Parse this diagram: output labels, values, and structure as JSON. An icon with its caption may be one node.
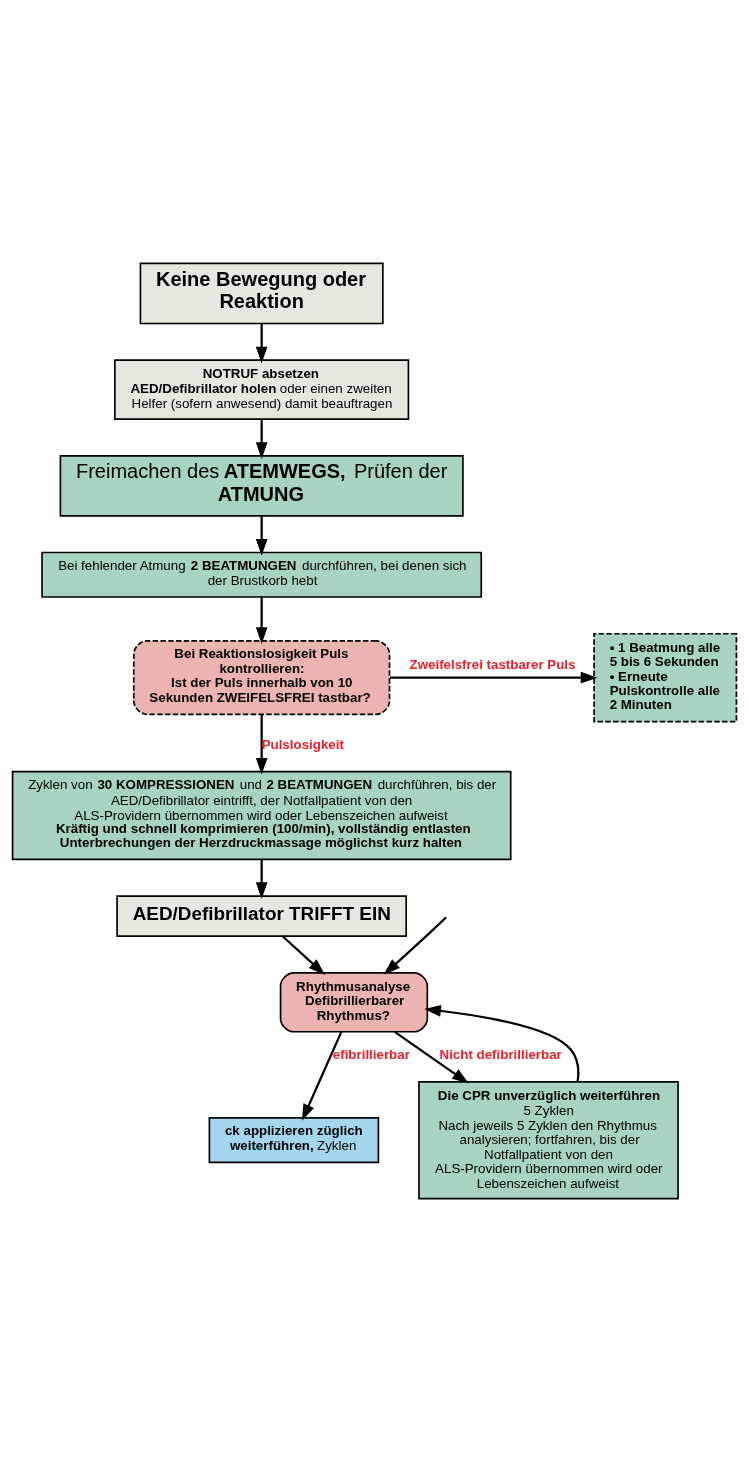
{
  "diagram": {
    "nodes": [
      {
        "text": [
          "Keine Bewegung oder Reaktion"
        ]
      },
      {
        "text": [
          "NOTRUF absetzen",
          "**AED/Defibrillator holen** oder einen zweiten Helfer (sofern anwesend) damit beauftragen"
        ]
      },
      {
        "text": [
          "Freimachen des **ATEMWEGS,** Prüfen der **ATMUNG**"
        ]
      },
      {
        "text": [
          "Bei fehlender Atmung **2 BEATMUNGEN** durchführen, bei denen sich der Brustkorb hebt"
        ]
      },
      {
        "text": [
          "Bei Reaktionslosigkeit Puls kontrollieren:",
          "Ist der Puls innerhalb von 10 Sekunden ZWEIFELSFREI tastbar?"
        ]
      },
      {
        "text": [
          "• 1 Beatmung alle 5 bis 6 Sekunden",
          "• Erneute Pulskontrolle alle 2 Minuten"
        ]
      },
      {
        "text": [
          "Zyklen von **30 KOMPRESSIONEN** und **2 BEATMUNGEN** durchführen, bis der AED/Defibrillator eintrifft, der Notfallpatient von den ALS-Providern übernommen wird oder Lebenszeichen aufweist",
          "**Kräftig und schnell komprimieren (100/min), vollständig entlasten**",
          "**Unterbrechungen der Herzdruckmassage möglichst kurz halten**"
        ]
      },
      {
        "text": [
          "AED/Defibrillator TRIFFT EIN"
        ]
      },
      {
        "text": [
          "Rhythmusanalyse Defibrillierbarer Rhythmus?"
        ]
      },
      {
        "text": [
          "**ck applizieren züglich weiterführen,** Zyklen"
        ]
      },
      {
        "text": [
          "**Die CPR unverzüglich weiterführen**",
          "5 Zyklen",
          "Nach jeweils 5 Zyklen den Rhythmus analysieren; fortfahren, bis der Notfallpatient von den ALS-Providern übernommen wird oder Lebenszeichen aufweist"
        ]
      }
    ],
    "edges": [
      {
        "from": 0,
        "to": 1,
        "arrow": "to"
      },
      {
        "from": 1,
        "to": 2,
        "arrow": "to"
      },
      {
        "from": 2,
        "to": 3,
        "arrow": "to"
      },
      {
        "from": 3,
        "to": 4,
        "arrow": "to"
      },
      {
        "from": 4,
        "to": 5,
        "arrow": "to",
        "label": "Zweifelsfrei tastbarer Puls"
      },
      {
        "from": 4,
        "to": 6,
        "arrow": "to",
        "label": "Pulslosigkeit"
      },
      {
        "from": 6,
        "to": 7,
        "arrow": "to"
      },
      {
        "from": 7,
        "to": 8,
        "arrow": "to"
      },
      {
        "from": 8,
        "to": 9,
        "arrow": "to",
        "label": "efibrillierbar"
      },
      {
        "from": 8,
        "to": 10,
        "arrow": "to",
        "label": "Nicht defibrillierbar"
      },
      {
        "from": 10,
        "to": 8,
        "arrow": "to"
      },
      {
        "from": null,
        "to": 8,
        "arrow": "to"
      }
    ]
  }
}
